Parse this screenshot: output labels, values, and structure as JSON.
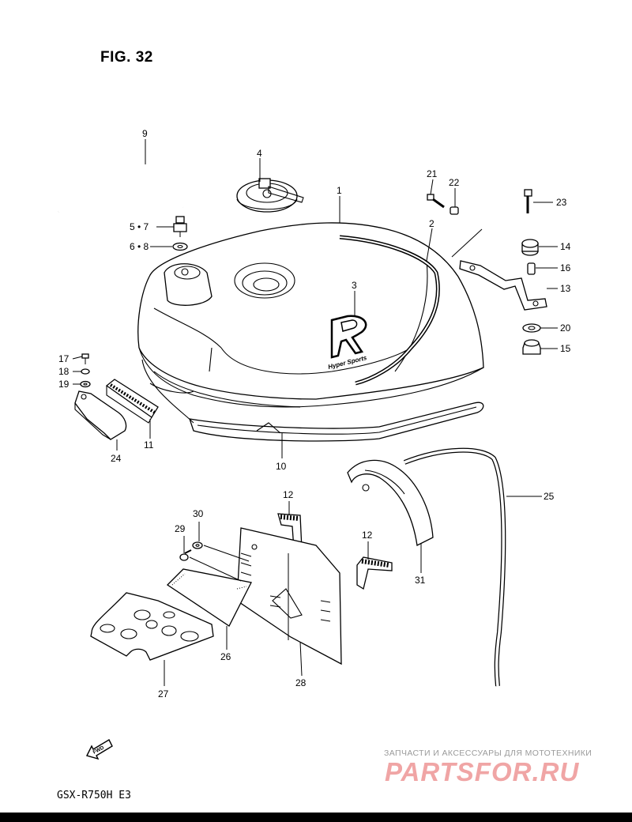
{
  "figure_title": "FIG. 32",
  "model_code": "GSX-R750H E3",
  "fwd_label": "FWD",
  "decal_text": "Hyper Sports",
  "watermark": {
    "tagline": "ЗАПЧАСТИ И АКСЕССУАРЫ ДЛЯ МОТОТЕХНИКИ",
    "logo": "PARTSFOR.RU"
  },
  "callouts": {
    "c1": "1",
    "c2": "2",
    "c3": "3",
    "c4": "4",
    "c57": "5 • 7",
    "c68": "6 • 8",
    "c9": "9",
    "c10": "10",
    "c11": "11",
    "c12a": "12",
    "c12b": "12",
    "c13": "13",
    "c14": "14",
    "c15": "15",
    "c16": "16",
    "c17": "17",
    "c18": "18",
    "c19": "19",
    "c20": "20",
    "c21": "21",
    "c22": "22",
    "c23": "23",
    "c24": "24",
    "c25": "25",
    "c26": "26",
    "c27": "27",
    "c28": "28",
    "c29": "29",
    "c30": "30",
    "c31": "31"
  }
}
